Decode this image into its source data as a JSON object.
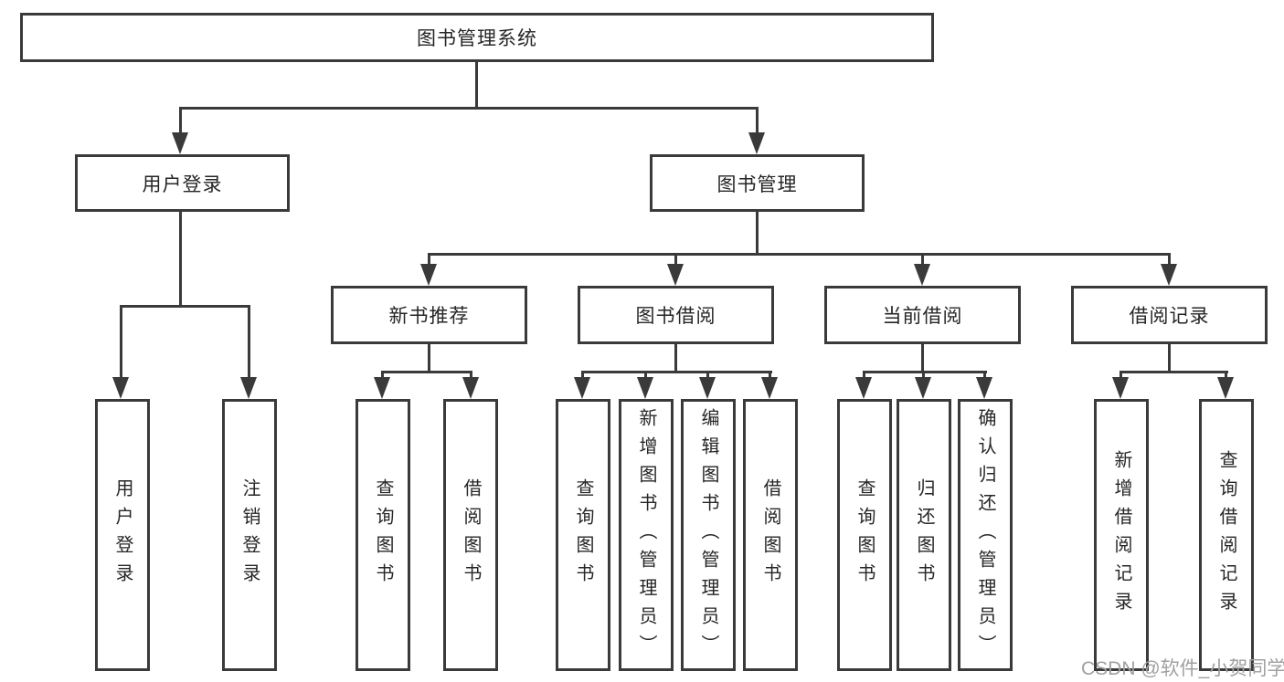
{
  "diagram": {
    "type": "hierarchy-tree",
    "root": {
      "label": "图书管理系统"
    },
    "branches": [
      {
        "label": "用户登录",
        "leaves": [
          {
            "label": "用户登录"
          },
          {
            "label": "注销登录"
          }
        ]
      },
      {
        "label": "图书管理",
        "groups": [
          {
            "label": "新书推荐",
            "leaves": [
              {
                "label": "查询图书"
              },
              {
                "label": "借阅图书"
              }
            ]
          },
          {
            "label": "图书借阅",
            "leaves": [
              {
                "label": "查询图书"
              },
              {
                "label": "新增图书（管理员）"
              },
              {
                "label": "编辑图书（管理员）"
              },
              {
                "label": "借阅图书"
              }
            ]
          },
          {
            "label": "当前借阅",
            "leaves": [
              {
                "label": "查询图书"
              },
              {
                "label": "归还图书"
              },
              {
                "label": "确认归还（管理员）"
              }
            ]
          },
          {
            "label": "借阅记录",
            "leaves": [
              {
                "label": "新增借阅记录"
              },
              {
                "label": "查询借阅记录"
              }
            ]
          }
        ]
      }
    ]
  },
  "watermark": {
    "text": "CSDN @软件_小贺同学"
  },
  "colors": {
    "line": "#3a3a3a",
    "text": "#262626",
    "bg": "#ffffff",
    "watermark": "#a0a0a0"
  }
}
